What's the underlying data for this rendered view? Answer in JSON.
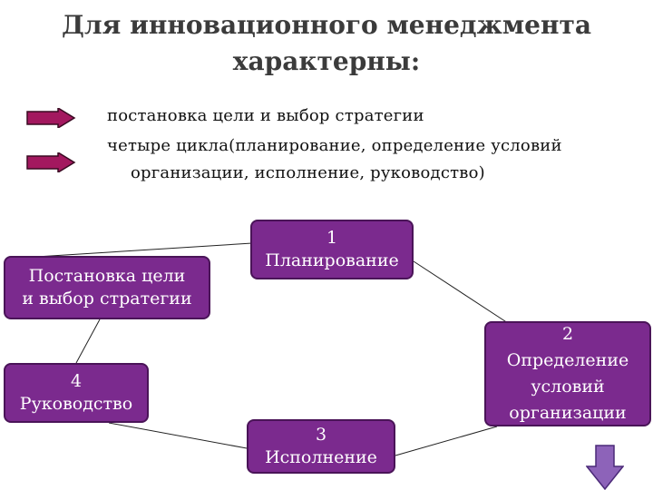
{
  "title": {
    "line1": "Для инновационного менеджмента",
    "line2": "характерны:"
  },
  "bullets": [
    {
      "line1": "постановка цели и выбор стратегии",
      "icon": "right-arrow-icon"
    },
    {
      "line1": "четыре цикла(планирование, определение условий",
      "line2": "организации, исполнение, руководство)",
      "icon": "right-arrow-icon"
    }
  ],
  "diagram": {
    "strategy_box": {
      "line1": "Постановка цели",
      "line2": "и выбор стратегии"
    },
    "step1": {
      "number": "1",
      "label": "Планирование"
    },
    "step2": {
      "number": "2",
      "line1": "Определение",
      "line2": "условий",
      "line3": "организации"
    },
    "step3": {
      "number": "3",
      "label": "Исполнение"
    },
    "step4": {
      "number": "4",
      "label": "Руководство"
    }
  },
  "colors": {
    "box_fill": "#7b2a8e",
    "box_border": "#4a1458",
    "bullet_arrow": "#a3185f",
    "down_arrow": "#8d63b9"
  }
}
